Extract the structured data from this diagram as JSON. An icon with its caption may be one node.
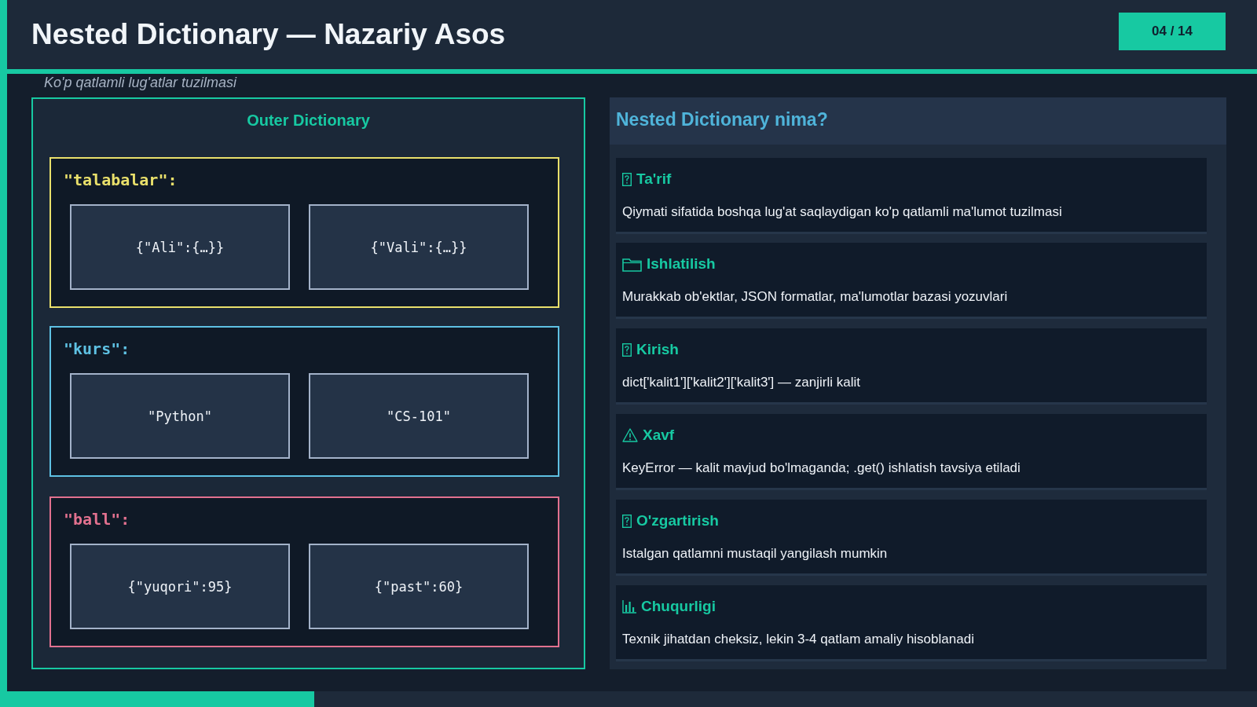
{
  "diagram": {
    "title": "Nested Dictionary — Nazariy Asos",
    "nodes": [
      {
        "text": [
          "Outer Dictionary"
        ]
      },
      {
        "text": [
          "\"talabalar\":"
        ],
        "in": 0
      },
      {
        "text": [
          "{\"Ali\":{…}}"
        ],
        "in": 1
      },
      {
        "text": [
          "{\"Vali\":{…}}"
        ],
        "in": 1
      },
      {
        "text": [
          "\"kurs\":"
        ],
        "in": 0
      },
      {
        "text": [
          "\"Python\""
        ],
        "in": 4
      },
      {
        "text": [
          "\"CS-101\""
        ],
        "in": 4
      },
      {
        "text": [
          "\"ball\":"
        ],
        "in": 0
      },
      {
        "text": [
          "{\"yuqori\":95}"
        ],
        "in": 7
      },
      {
        "text": [
          "{\"past\":60}"
        ],
        "in": 7
      },
      {
        "text": [
          "Nested Dictionary nima?"
        ]
      },
      {
        "text": [
          "Ta'rif",
          "Qiymati sifatida boshqa lug'at saqlaydigan ko'p qatlamli ma'lumot tuzilmasi"
        ],
        "in": 10
      },
      {
        "text": [
          "Ishlatilish",
          "Murakkab ob'ektlar, JSON formatlar, ma'lumotlar bazasi yozuvlari"
        ],
        "in": 10
      },
      {
        "text": [
          "Kirish",
          "dict['kalit1']['kalit2']['kalit3'] — zanjirli kalit"
        ],
        "in": 10
      },
      {
        "text": [
          "Xavf",
          "KeyError — kalit mavjud bo'lmaganda; .get() ishlatish tavsiya etiladi"
        ],
        "in": 10
      },
      {
        "text": [
          "O'zgartirish",
          "Istalgan qatlamni mustaqil yangilash mumkin"
        ],
        "in": 10
      },
      {
        "text": [
          "Chuqurligi",
          "Texnik jihatdan cheksiz, lekin 3-4 qatlam amaliy hisoblanadi"
        ],
        "in": 10
      }
    ],
    "labels": [
      "Ko'p qatlamli lug'atlar tuzilmasi",
      "04 / 14"
    ]
  }
}
